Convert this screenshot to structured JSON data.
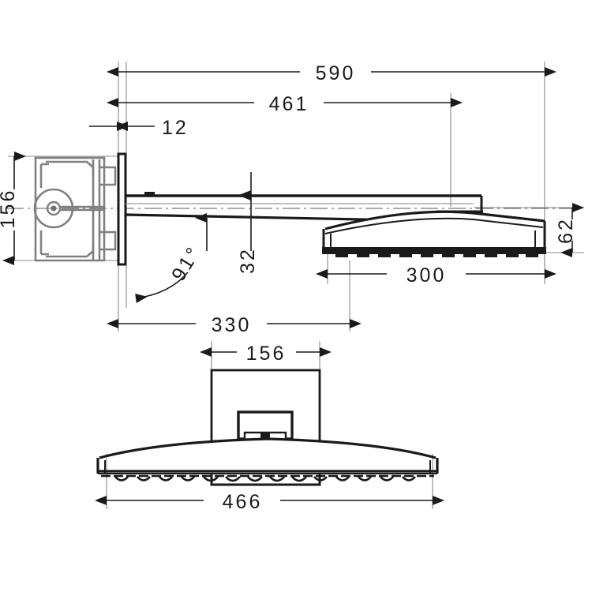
{
  "drawing": {
    "title": "Shower head wall-mounted dimensional drawing",
    "views": [
      {
        "name": "side-elevation",
        "description": "Side view of wall mount, shower arm and shower head"
      },
      {
        "name": "front-elevation",
        "description": "Front view of shower head"
      }
    ],
    "line_color": "#1a1a1a",
    "thin_line_color": "#808080",
    "part_fill_color": "#808080"
  },
  "dimensions": {
    "overall_length": {
      "value": "590",
      "unit": "mm",
      "orientation": "horizontal",
      "view": "side"
    },
    "arm_to_head_center": {
      "value": "461",
      "unit": "mm",
      "orientation": "horizontal",
      "view": "side"
    },
    "wall_plate_thickness": {
      "value": "12",
      "unit": "mm",
      "orientation": "horizontal",
      "view": "side"
    },
    "wall_mount_height": {
      "value": "156",
      "unit": "mm",
      "orientation": "vertical",
      "view": "side"
    },
    "head_depth": {
      "value": "300",
      "unit": "mm",
      "orientation": "horizontal",
      "view": "side"
    },
    "head_height": {
      "value": "62",
      "unit": "mm",
      "orientation": "vertical",
      "view": "side"
    },
    "arm_thickness": {
      "value": "32",
      "unit": "mm",
      "orientation": "vertical-text",
      "view": "side"
    },
    "arm_angle": {
      "value": "91°",
      "unit": "degrees",
      "orientation": "rotated",
      "view": "side"
    },
    "arm_reach": {
      "value": "330",
      "unit": "mm",
      "orientation": "horizontal",
      "view": "side"
    },
    "connector_width": {
      "value": "156",
      "unit": "mm",
      "orientation": "horizontal",
      "view": "front"
    },
    "head_width": {
      "value": "466",
      "unit": "mm",
      "orientation": "horizontal",
      "view": "front"
    }
  },
  "labels": {
    "d590": "590",
    "d461": "461",
    "d12": "12",
    "d156_side": "156",
    "d300": "300",
    "d62": "62",
    "d32": "32",
    "d91": "91°",
    "d330": "330",
    "d156_front": "156",
    "d466": "466"
  }
}
